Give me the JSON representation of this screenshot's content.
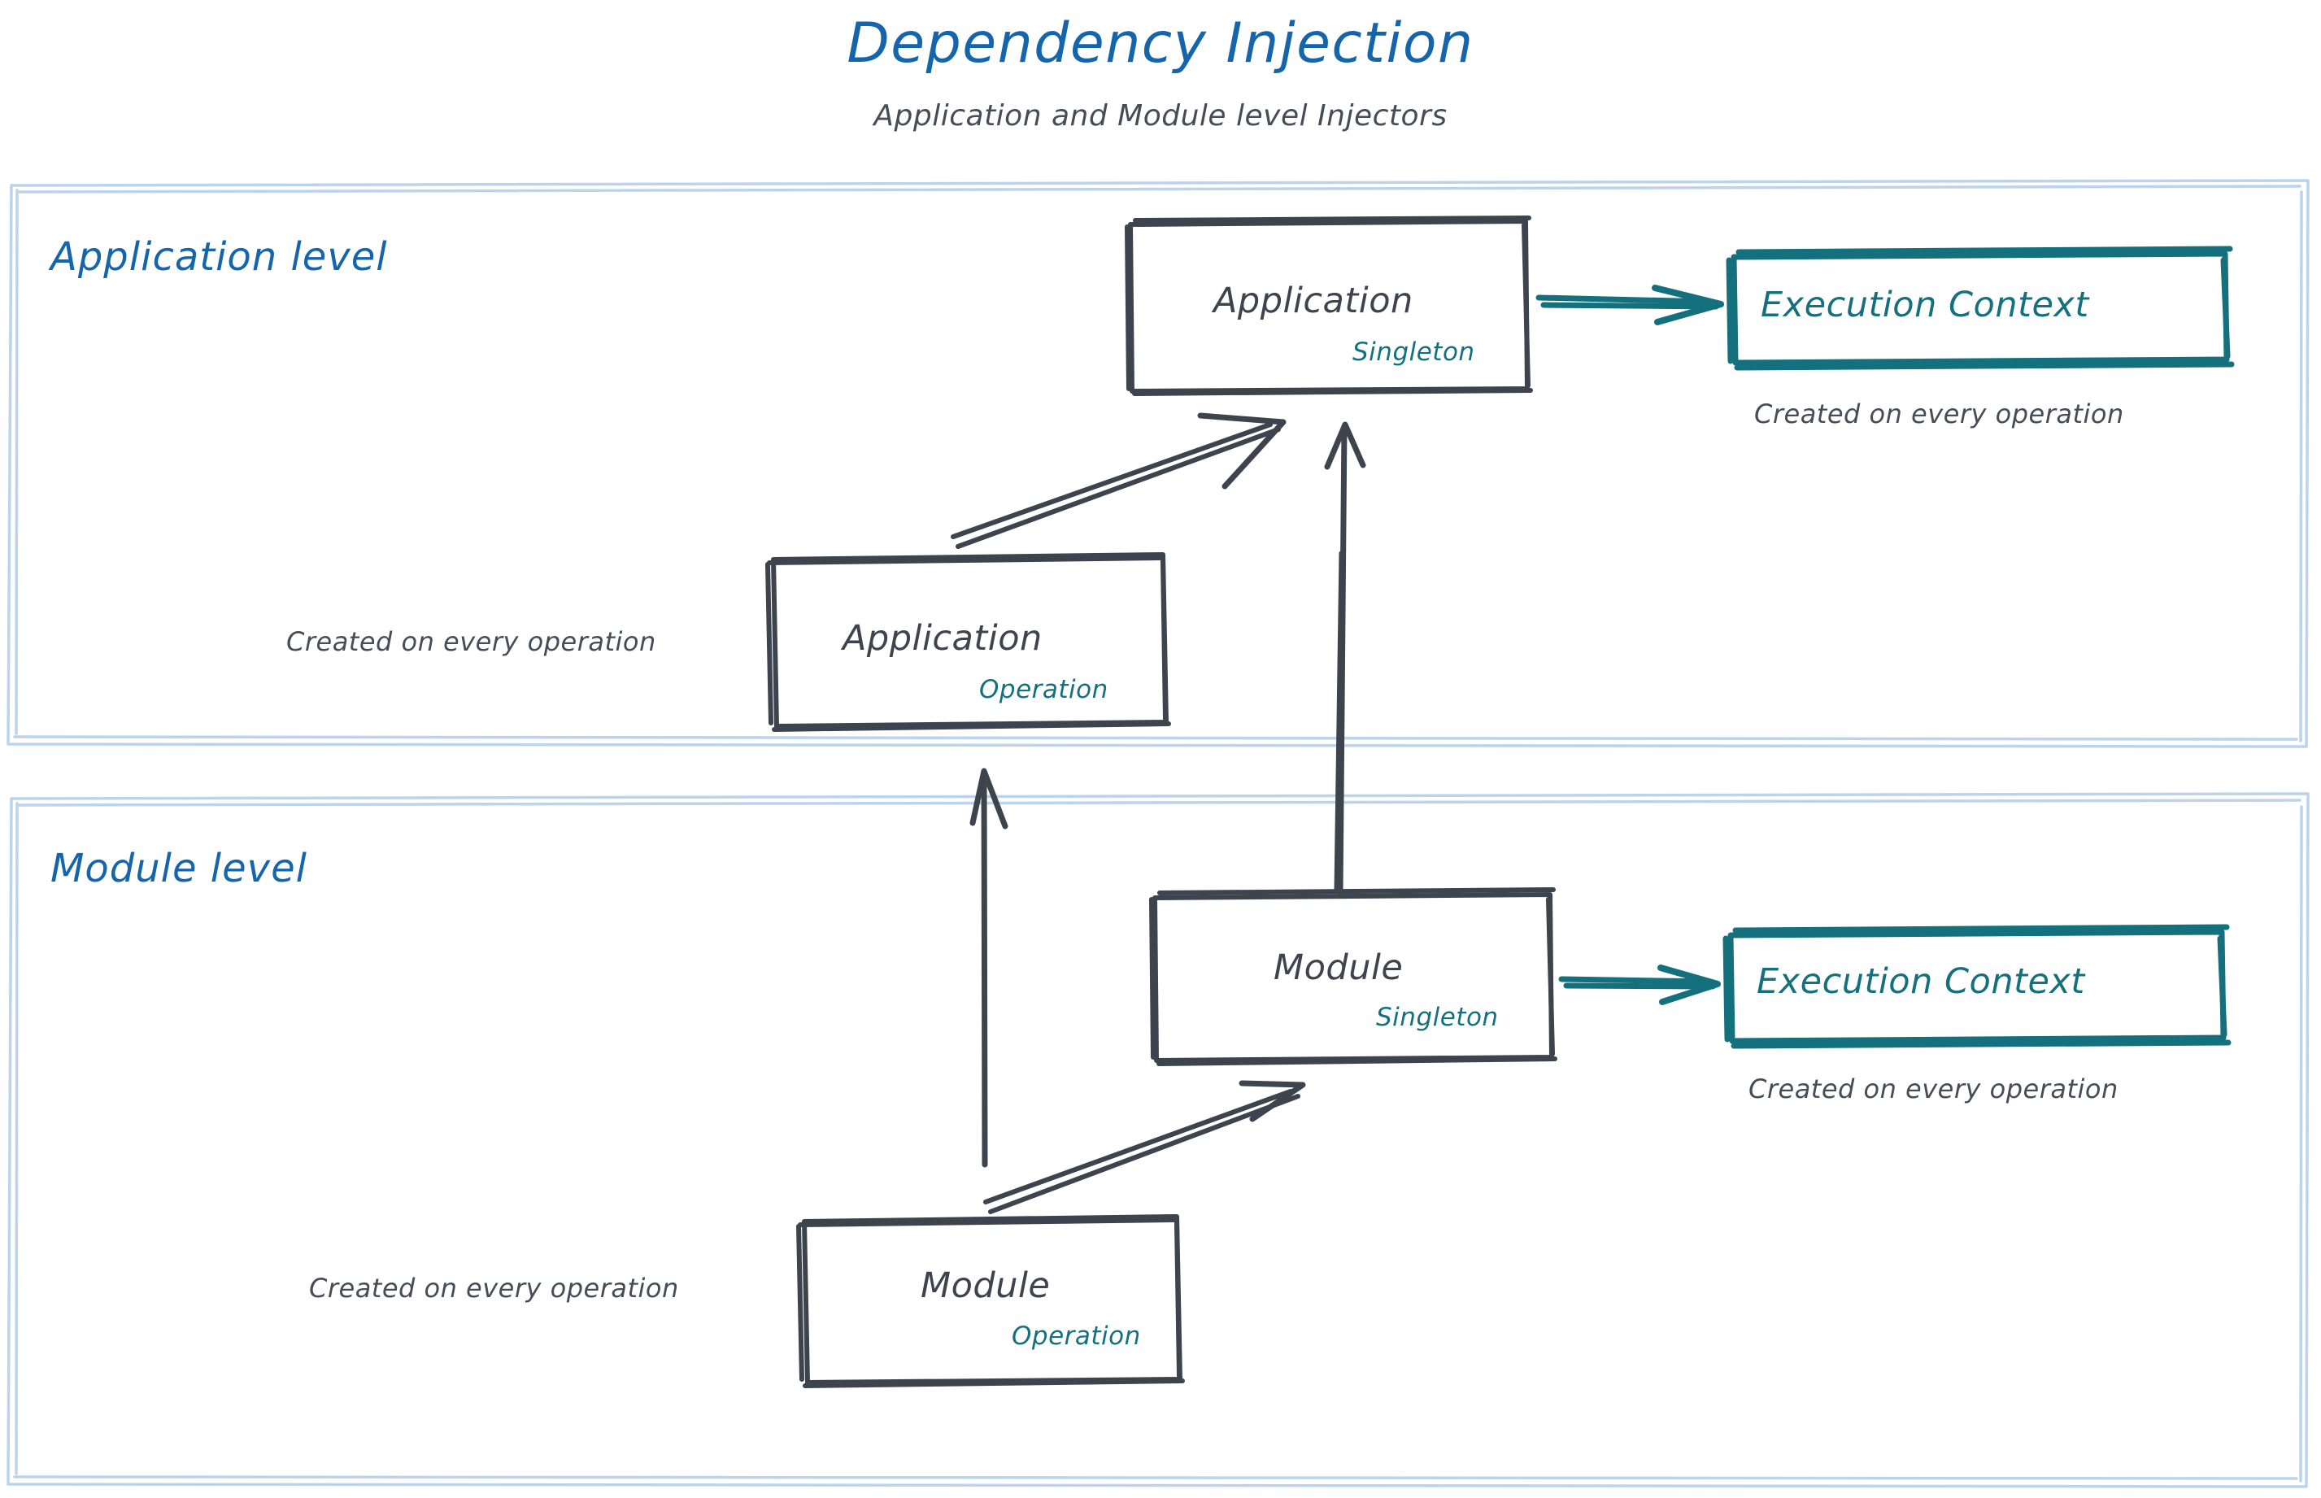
{
  "header": {
    "title": "Dependency Injection",
    "subtitle": "Application and Module level Injectors"
  },
  "colors": {
    "title_blue": "#1565ac",
    "level_border_blue": "#bcd3ec",
    "node_stroke": "#3d444e",
    "node_text": "#3d444e",
    "accent_teal": "#15707e",
    "caption_gray": "#454d57",
    "background": "#ffffff"
  },
  "levels": [
    {
      "id": "application-level",
      "label": "Application level",
      "nodes": [
        {
          "id": "application-singleton",
          "title": "Application",
          "scope": "Singleton",
          "style": "gray-box"
        },
        {
          "id": "application-operation",
          "title": "Application",
          "scope": "Operation",
          "style": "gray-box",
          "caption": "Created on every operation"
        },
        {
          "id": "execution-context-application",
          "title": "Execution Context",
          "style": "teal-box",
          "caption": "Created on every operation"
        }
      ]
    },
    {
      "id": "module-level",
      "label": "Module level",
      "nodes": [
        {
          "id": "module-singleton",
          "title": "Module",
          "scope": "Singleton",
          "style": "gray-box"
        },
        {
          "id": "module-operation",
          "title": "Module",
          "scope": "Operation",
          "style": "gray-box",
          "caption": "Created on every operation"
        },
        {
          "id": "execution-context-module",
          "title": "Execution Context",
          "style": "teal-box",
          "caption": "Created on every operation"
        }
      ]
    }
  ],
  "edges": [
    {
      "id": "app-operation-to-app-singleton",
      "from": "application-operation",
      "to": "application-singleton",
      "color": "#3d444e",
      "direction": "up-right"
    },
    {
      "id": "app-singleton-to-execution-context",
      "from": "application-singleton",
      "to": "execution-context-application",
      "color": "#15707e",
      "direction": "right"
    },
    {
      "id": "module-singleton-to-app-singleton",
      "from": "module-singleton",
      "to": "application-singleton",
      "color": "#3d444e",
      "direction": "up"
    },
    {
      "id": "module-operation-to-app-operation",
      "from": "module-operation",
      "to": "application-operation",
      "color": "#3d444e",
      "direction": "up"
    },
    {
      "id": "module-operation-to-module-singleton",
      "from": "module-operation",
      "to": "module-singleton",
      "color": "#3d444e",
      "direction": "up-right"
    },
    {
      "id": "module-singleton-to-execution-context",
      "from": "module-singleton",
      "to": "execution-context-module",
      "color": "#15707e",
      "direction": "right"
    }
  ]
}
